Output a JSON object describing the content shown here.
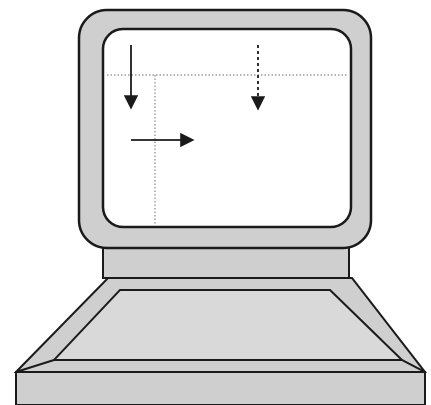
{
  "illustration": {
    "subject": "computer-monitor-illustration",
    "colors": {
      "background": "#ffffff",
      "outline": "#1a1a1a",
      "bezel_fill": "#cfcfcf",
      "screen_fill": "#ffffff",
      "neck_fill": "#cfcfcf",
      "base_fill": "#cfcfcf",
      "base_inner_fill": "#d9d9d9",
      "dotted_guide": "#8a8a8a"
    },
    "screen_elements": {
      "horizontal_dotted_guide": "present",
      "vertical_dotted_guide": "present",
      "arrows": [
        {
          "name": "solid-down-arrow",
          "style": "solid",
          "direction": "down"
        },
        {
          "name": "dashed-down-arrow",
          "style": "dashed",
          "direction": "down"
        },
        {
          "name": "solid-right-arrow",
          "style": "solid",
          "direction": "right"
        }
      ]
    }
  }
}
